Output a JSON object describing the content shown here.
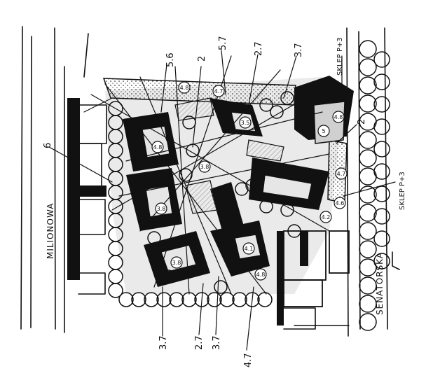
{
  "streets": {
    "west": "MILIONOWA",
    "south": "SENATORSKA"
  },
  "annotations": {
    "shop_top": "SKLEP P+3",
    "shop_right": "SKLEP P+3"
  },
  "height_labels": {
    "top_left": "5.6",
    "top_2": "2",
    "top_57": "5.7",
    "top_27": "2.7",
    "top_37": "3.7",
    "right_2": "2",
    "west_6": "6",
    "bottom_37a": "3.7",
    "bottom_27": "2.7",
    "bottom_37b": "3.7",
    "bottom_47": "4.7"
  },
  "block_numbers": {
    "b1": "4.8",
    "b2": "4.7",
    "b3": "5",
    "b4": "4.8",
    "b5": "4.8",
    "b6": "3.5",
    "b7": "3.8",
    "b8": "4.7",
    "b9": "4.6",
    "b10": "4.2",
    "b11": "3.8",
    "b12": "4.1",
    "b13": "4.8",
    "b14": "3.8"
  },
  "colors": {
    "ink": "#111111",
    "hatch": "#b8b8b8",
    "paper": "#ffffff"
  }
}
